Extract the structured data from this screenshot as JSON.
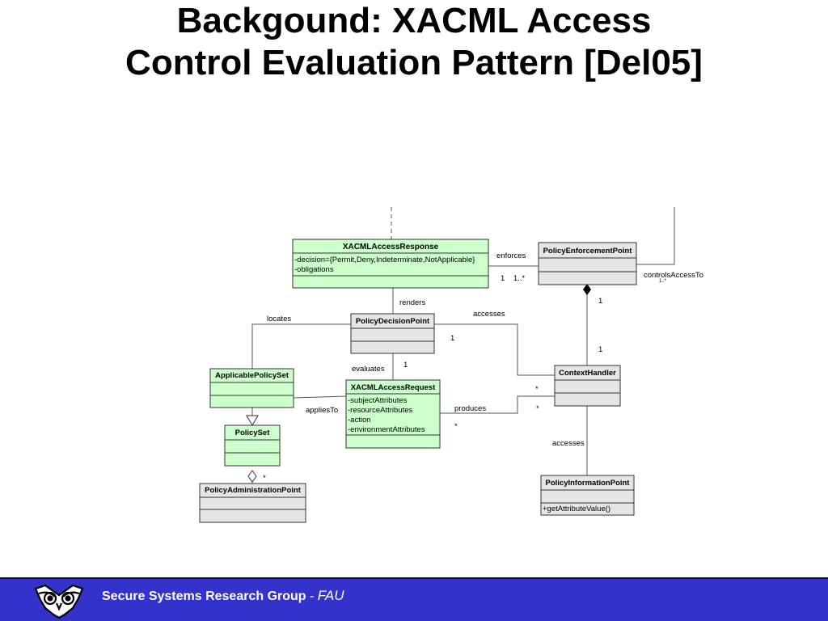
{
  "slide": {
    "title_line1": "Backgound: XACML Access",
    "title_line2": "Control Evaluation Pattern [Del05]"
  },
  "classes": {
    "response": {
      "name": "XACMLAccessResponse",
      "attrs": [
        "-decision={Permit,Deny,Indeterminate,NotApplicable}",
        "-obligations"
      ]
    },
    "pep": {
      "name": "PolicyEnforcementPoint"
    },
    "pdp": {
      "name": "PolicyDecisionPoint"
    },
    "aps": {
      "name": "ApplicablePolicySet"
    },
    "request": {
      "name": "XACMLAccessRequest",
      "attrs": [
        "-subjectAttributes",
        "-resourceAttributes",
        "-action",
        "-environmentAttributes"
      ]
    },
    "ch": {
      "name": "ContextHandler"
    },
    "policyset": {
      "name": "PolicySet"
    },
    "pap": {
      "name": "PolicyAdministrationPoint"
    },
    "pip": {
      "name": "PolicyInformationPoint",
      "ops": [
        "+getAttributeValue()"
      ]
    }
  },
  "labels": {
    "enforces": "enforces",
    "enforces_mult": "1    1..*",
    "controls_access_to": "controlsAccessTo",
    "controls_mult": "1..*",
    "renders": "renders",
    "accesses_top": "accesses",
    "locates": "locates",
    "pdp_one": "1",
    "pep_ch_one_top": "1",
    "pep_ch_one_bottom": "1",
    "evaluates": "evaluates",
    "evaluates_mult": "1",
    "applies_to": "appliesTo",
    "produces": "produces",
    "star_ch_1": "*",
    "star_ch_2": "*",
    "star_req": "*",
    "accesses_bottom": "accesses",
    "star_pap": "*"
  },
  "footer": {
    "group": "Secure Systems Research Group",
    "separator": " - ",
    "org": "FAU"
  },
  "colors": {
    "class_fill_green": "#ccffcc",
    "class_fill_gray": "#e6e6e6",
    "footer_bg": "#3333cc"
  }
}
